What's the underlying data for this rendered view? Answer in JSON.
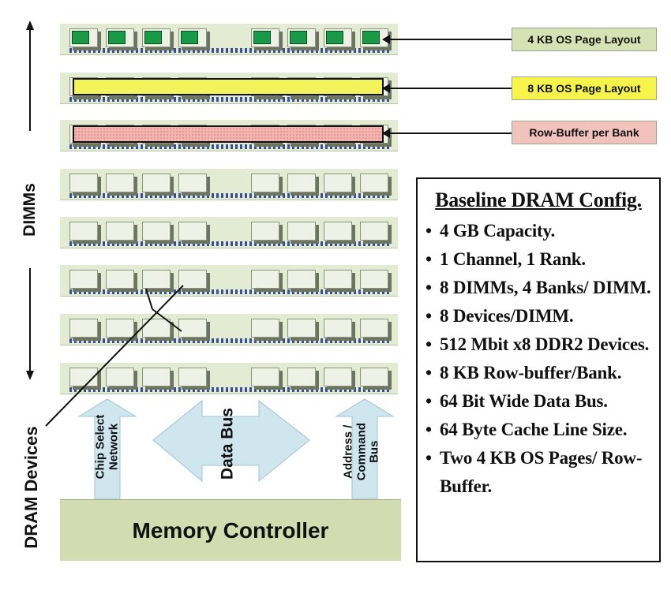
{
  "labels": {
    "page_layout_4kb": "4 KB OS Page Layout",
    "page_layout_8kb": "8 KB OS Page Layout",
    "row_buffer": "Row-Buffer per Bank",
    "dimms": "DIMMs",
    "dram_devices": "DRAM Devices",
    "chip_select_line1": "Chip Select",
    "chip_select_line2": "Network",
    "data_bus": "Data Bus",
    "address_line1": "Address /",
    "address_line2": "Command",
    "address_line3": "Bus",
    "memory_controller": "Memory Controller"
  },
  "config": {
    "title": "Baseline DRAM Config.",
    "items": [
      "4 GB Capacity.",
      "1 Channel, 1 Rank.",
      "8 DIMMs, 4 Banks/ DIMM.",
      "8 Devices/DIMM.",
      "512 Mbit x8 DDR2 Devices.",
      "8 KB Row-buffer/Bank.",
      "64 Bit Wide Data Bus.",
      "64 Byte Cache Line Size.",
      "Two 4 KB OS Pages/ Row-Buffer."
    ]
  },
  "colors": {
    "dimm_board": "#e4ebd3",
    "page_green": "#1a9a48",
    "page_yellow": "#f2f25a",
    "row_buffer_pink": "#f3b5b1",
    "bus_arrow": "#cfe6ef",
    "controller": "#d3dcb0",
    "label_green_bg": "#d6e2b4",
    "label_yellow_bg": "#f6f34a",
    "label_pink_bg": "#f2c2bd"
  }
}
